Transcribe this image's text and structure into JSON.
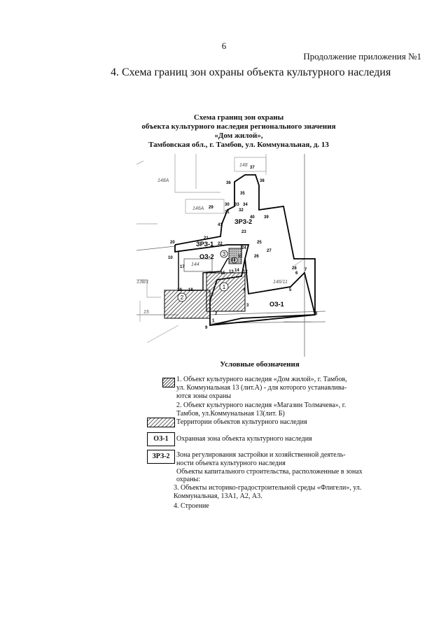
{
  "header": {
    "page_number": "6",
    "continuation": "Продолжение приложения №1",
    "section_title": "4. Схема границ зон охраны объекта культурного наследия"
  },
  "scheme": {
    "title_lines": [
      "Схема границ зон охраны",
      "объекта культурного наследия регионального значения",
      "«Дом жилой»,",
      "Тамбовская обл., г. Тамбов, ул. Коммунальная, д. 13"
    ]
  },
  "map": {
    "building_labels": [
      "148А",
      "148",
      "146А",
      "144",
      "138/1",
      "15",
      "146/11"
    ],
    "zone_labels": [
      "ЗРЗ-1",
      "ЗРЗ-2",
      "ОЗ-1",
      "ОЗ-2"
    ],
    "point_numbers": [
      "1",
      "2",
      "3",
      "4",
      "5",
      "6",
      "7",
      "8",
      "9",
      "10",
      "11",
      "12",
      "13",
      "14",
      "15",
      "16",
      "17",
      "18",
      "19",
      "20",
      "21",
      "22",
      "23",
      "24",
      "25",
      "26",
      "27",
      "28",
      "29",
      "30",
      "31",
      "32",
      "33",
      "34",
      "35",
      "36",
      "37",
      "38",
      "39",
      "40",
      "41"
    ],
    "object_markers": [
      "1",
      "2",
      "3",
      "4"
    ]
  },
  "legend": {
    "title": "Условные обозначения",
    "items": [
      "1. Объект культурного наследия «Дом жилой», г. Тамбов,",
      "ул. Коммунальная 13 (лит.А) - для которого устанавлива-",
      "ются зоны охраны",
      "2. Объект культурного наследия «Магазин Толмачева», г.",
      "Тамбов, ул.Коммунальная 13(лит. Б)",
      "Территории объектов культурного наследия",
      "Охранная зона объекта культурного наследия",
      "Зона регулирования застройки и хозяйственной деятель-",
      "ности объекта культурного наследия",
      "Объекты капитального строительства, расположенные в зонах",
      "охраны:",
      "3. Объекты историко-градостроительной среды «Флигели», ул.",
      "Коммунальная, 13А1, А2, А3.",
      "4. Строение"
    ],
    "box_oz1": "ОЗ-1",
    "box_zrz2": "ЗРЗ-2"
  }
}
